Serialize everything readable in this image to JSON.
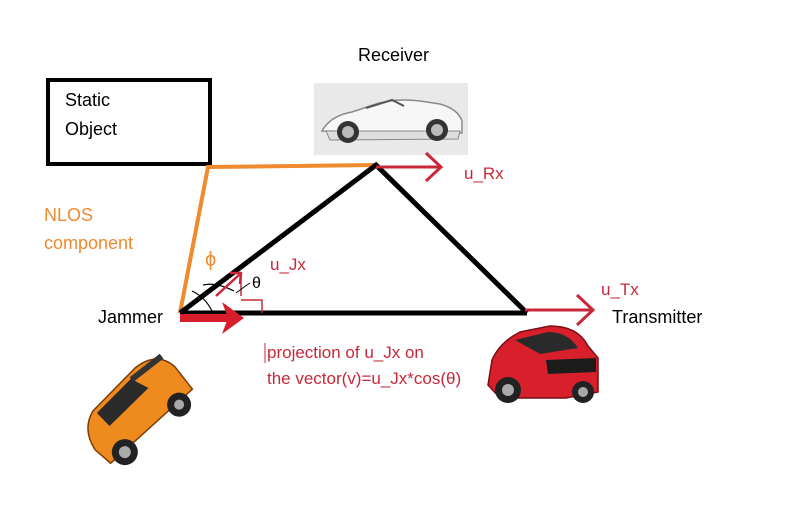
{
  "labels": {
    "receiver": "Receiver",
    "static_object_line1": "Static",
    "static_object_line2": "Object",
    "nlos_line1": "NLOS",
    "nlos_line2": "component",
    "jammer": "Jammer",
    "transmitter": "Transmitter",
    "u_rx": "u_Rx",
    "u_tx": "u_Tx",
    "u_jx": "u_Jx",
    "phi": "ϕ",
    "theta": "θ",
    "projection_line1": "projection of u_Jx on",
    "projection_line2": "the vector(v)=u_Jx*cos(θ)"
  },
  "colors": {
    "triangle": "#000000",
    "nlos": "#ef8a2e",
    "vector": "#c8283a"
  },
  "icons": [
    "receiver-car-image",
    "transmitter-car-image",
    "jammer-car-image"
  ]
}
